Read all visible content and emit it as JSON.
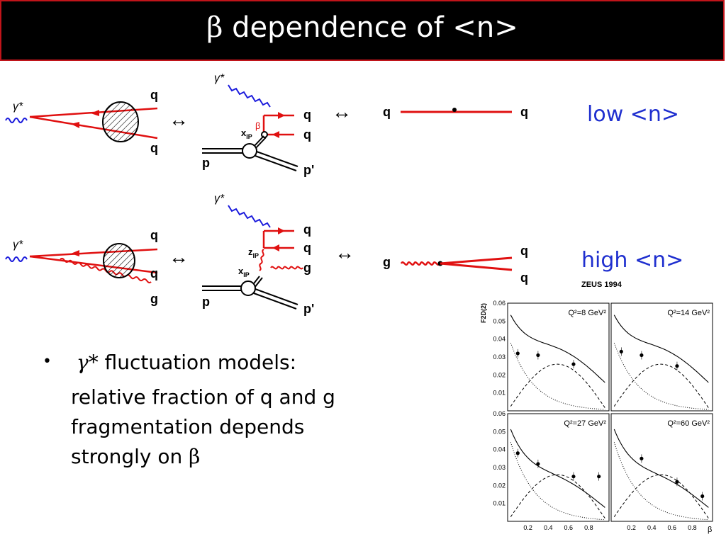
{
  "title": {
    "symbol": "β",
    "text": "dependence of <n>"
  },
  "diagrams": {
    "gamma_star": "γ*",
    "quark": "q",
    "gluon": "g",
    "proton": "p",
    "proton_prime": "p'",
    "arrow": "↔",
    "beta": "β",
    "x_label": "x",
    "z_label": "z",
    "pomeron_sub": "IP"
  },
  "labels": {
    "low": "low <n>",
    "high": "high <n>"
  },
  "bullet": {
    "marker": "•",
    "symbol": "γ*",
    "text1": " fluctuation models:",
    "line2": "relative fraction of q and g",
    "line3": "fragmentation depends",
    "line4": "strongly on ",
    "line4_symbol": "β"
  },
  "plot": {
    "figure_label": "ZEUS 1994",
    "ylabel": "F2D(2)",
    "xlabel": "β",
    "y_ticks": [
      "0.06",
      "0.05",
      "0.04",
      "0.03",
      "0.02",
      "0.01"
    ],
    "x_ticks": [
      "0.2",
      "0.4",
      "0.6",
      "0.8"
    ],
    "panels": [
      {
        "label": "Q²=8 GeV²"
      },
      {
        "label": "Q²=14 GeV²"
      },
      {
        "label": "Q²=27 GeV²"
      },
      {
        "label": "Q²=60 GeV²"
      }
    ]
  },
  "chart_data": {
    "type": "scatter",
    "title": "ZEUS 1994",
    "xlabel": "β",
    "ylabel": "F2D(2)",
    "xlim": [
      0,
      1
    ],
    "ylim": [
      0,
      0.06
    ],
    "panels": [
      {
        "name": "Q²=8 GeV²",
        "x": [
          0.1,
          0.3,
          0.65
        ],
        "y": [
          0.032,
          0.031,
          0.026
        ]
      },
      {
        "name": "Q²=14 GeV²",
        "x": [
          0.1,
          0.3,
          0.65
        ],
        "y": [
          0.033,
          0.031,
          0.025
        ]
      },
      {
        "name": "Q²=27 GeV²",
        "x": [
          0.1,
          0.3,
          0.65,
          0.9
        ],
        "y": [
          0.038,
          0.032,
          0.025,
          0.025
        ]
      },
      {
        "name": "Q²=60 GeV²",
        "x": [
          0.3,
          0.65,
          0.9
        ],
        "y": [
          0.035,
          0.022,
          0.014
        ]
      }
    ]
  }
}
